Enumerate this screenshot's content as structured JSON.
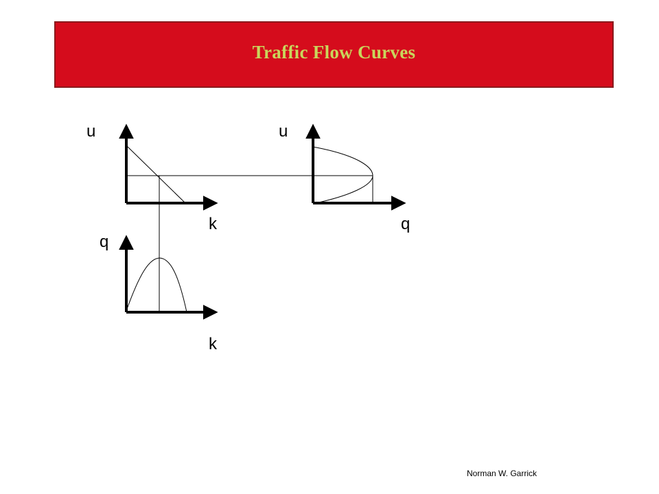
{
  "slide": {
    "title": "Traffic Flow Curves",
    "title_color": "#c9d65c",
    "banner_color": "#d50c1c",
    "author": "Norman W. Garrick"
  },
  "diagram": {
    "speed_density": {
      "y_label": "u",
      "x_label": "k"
    },
    "speed_flow": {
      "y_label": "u",
      "x_label": "q"
    },
    "flow_density": {
      "y_label": "q",
      "x_label": "k"
    }
  }
}
